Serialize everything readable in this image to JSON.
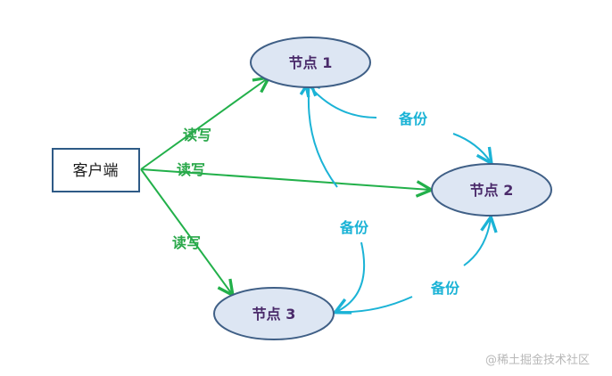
{
  "client": {
    "label": "客户端"
  },
  "nodes": [
    {
      "id": "node-1",
      "name": "节点",
      "num": "1"
    },
    {
      "id": "node-2",
      "name": "节点",
      "num": "2"
    },
    {
      "id": "node-3",
      "name": "节点",
      "num": "3"
    }
  ],
  "edges": {
    "read_write_label": "读写",
    "backup_label": "备份"
  },
  "watermark": "@稀土掘金技术社区",
  "colors": {
    "read_write": "#22b04a",
    "backup": "#1bb3d6",
    "node_fill": "#dde6f3",
    "node_stroke": "#3f5f86",
    "client_stroke": "#2e5a86"
  }
}
